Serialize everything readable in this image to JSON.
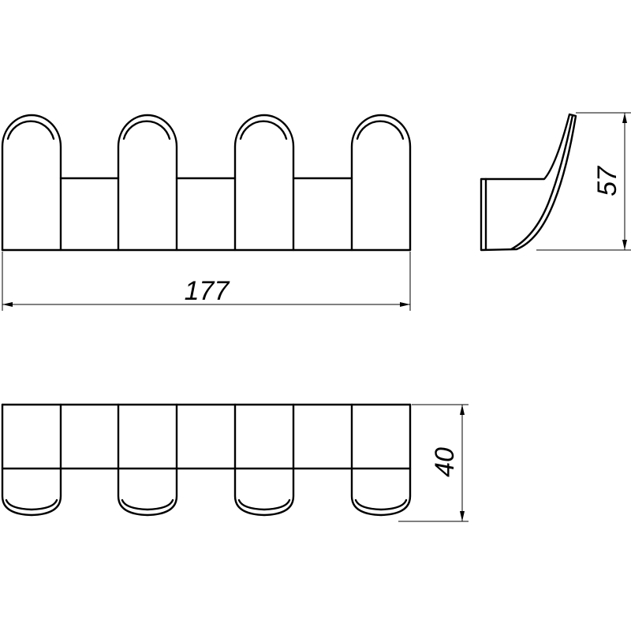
{
  "dimensions": {
    "width": "177",
    "height": "57",
    "depth": "40"
  },
  "colors": {
    "line": "#000000",
    "background": "#ffffff"
  }
}
